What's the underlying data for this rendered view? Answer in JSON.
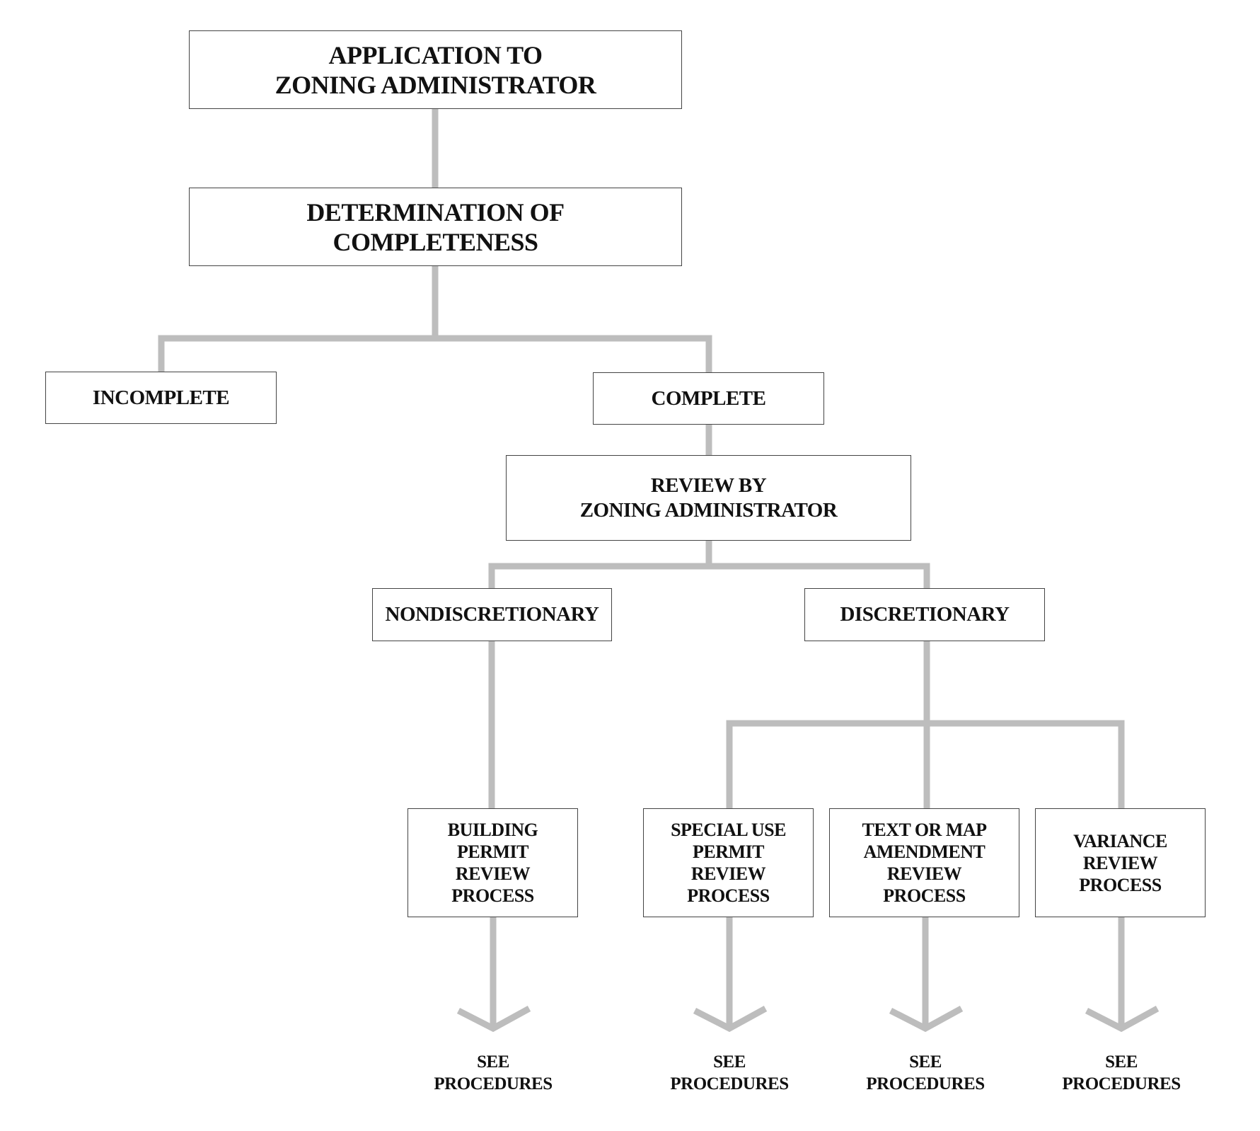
{
  "colors": {
    "connector": "#bdbdbd",
    "box_border": "#444444",
    "text": "#111111"
  },
  "diagram": {
    "application": [
      "APPLICATION TO",
      "ZONING ADMINISTRATOR"
    ],
    "determination": [
      "DETERMINATION OF",
      "COMPLETENESS"
    ],
    "incomplete": [
      "INCOMPLETE"
    ],
    "complete": [
      "COMPLETE"
    ],
    "review": [
      "REVIEW BY",
      "ZONING ADMINISTRATOR"
    ],
    "nondiscretionary": [
      "NONDISCRETIONARY"
    ],
    "discretionary": [
      "DISCRETIONARY"
    ],
    "building_permit": [
      "BUILDING",
      "PERMIT",
      "REVIEW",
      "PROCESS"
    ],
    "special_use": [
      "SPECIAL USE",
      "PERMIT",
      "REVIEW",
      "PROCESS"
    ],
    "text_map": [
      "TEXT OR MAP",
      "AMENDMENT",
      "REVIEW",
      "PROCESS"
    ],
    "variance": [
      "VARIANCE",
      "REVIEW",
      "PROCESS"
    ],
    "see_procedures": [
      "SEE",
      "PROCEDURES"
    ]
  }
}
